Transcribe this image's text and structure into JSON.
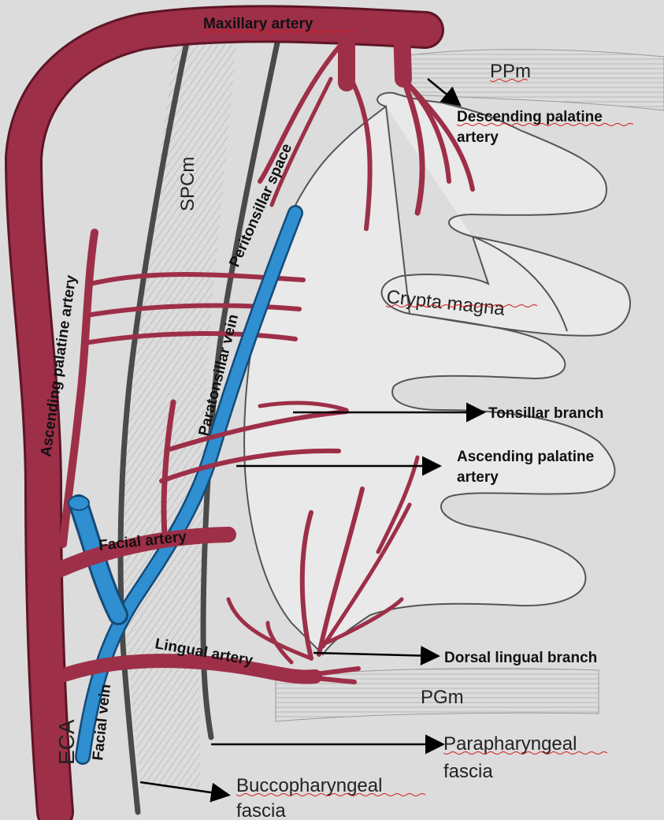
{
  "labels": {
    "maxillary_artery": "Maxillary artery",
    "ppm": "PPm",
    "descending_palatine_1": "Descending palatine",
    "descending_palatine_2": "artery",
    "spcm": "SPCm",
    "peritonsillar_space": "Peritonsillar space",
    "ascending_palatine_artery_vertical": "Ascending palatine artery",
    "crypta_magna": "Crypta magna",
    "paratonsillar_vein": "Paratonsillar vein",
    "tonsillar_branch": "Tonsillar branch",
    "ascending_palatine_1": "Ascending palatine",
    "ascending_palatine_2": "artery",
    "facial_artery": "Facial artery",
    "lingual_artery": "Lingual artery",
    "dorsal_lingual_branch": "Dorsal lingual branch",
    "pgm": "PGm",
    "eca": "ECA",
    "facial_vein": "Facial vein",
    "parapharyngeal_fascia_1": "Parapharyngeal",
    "parapharyngeal_fascia_2": "fascia",
    "buccopharyngeal_fascia_1": "Buccopharyngeal",
    "buccopharyngeal_fascia_2": "fascia"
  },
  "colors": {
    "artery": "#9e2f48",
    "vein": "#2f8fd0",
    "background": "#dcdcdc"
  }
}
